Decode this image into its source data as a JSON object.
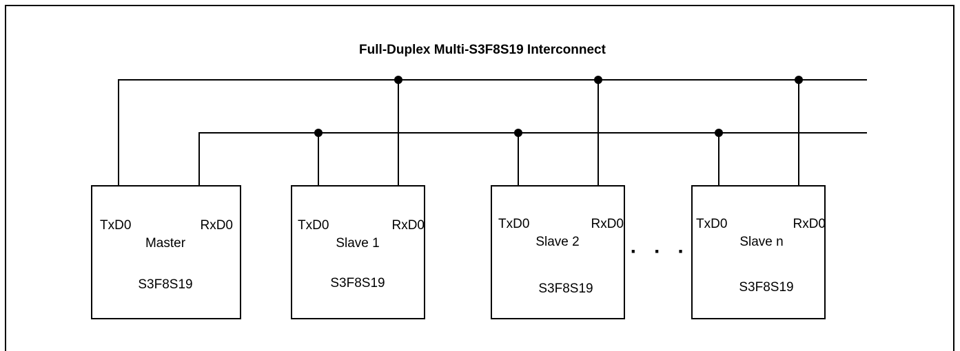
{
  "diagram": {
    "title": "Full-Duplex Multi-S3F8S19 Interconnect",
    "ellipsis": "· · ·",
    "devices": [
      {
        "tx_label": "TxD0",
        "rx_label": "RxD0",
        "role": "Master",
        "chip": "S3F8S19"
      },
      {
        "tx_label": "TxD0",
        "rx_label": "RxD0",
        "role": "Slave 1",
        "chip": "S3F8S19"
      },
      {
        "tx_label": "TxD0",
        "rx_label": "RxD0",
        "role": "Slave 2",
        "chip": "S3F8S19"
      },
      {
        "tx_label": "TxD0",
        "rx_label": "RxD0",
        "role": "Slave n",
        "chip": "S3F8S19"
      }
    ],
    "colors": {
      "line": "#000000",
      "background": "#ffffff"
    }
  }
}
